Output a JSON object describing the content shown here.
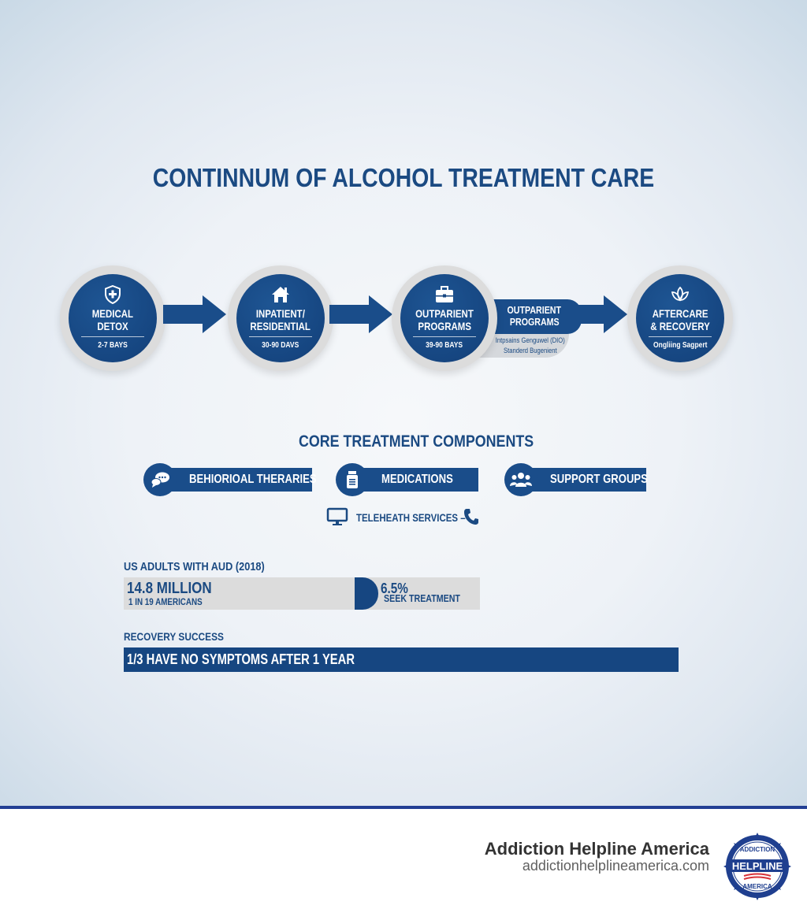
{
  "title": "CONTINNUM OF ALCOHOL TREATMENT CARE",
  "colors": {
    "primary": "#1a4d8a",
    "title": "#1b4a82",
    "ring": "#dcdcdc",
    "footer_line": "#233f94",
    "brand_text": "#333333"
  },
  "stages": [
    {
      "icon": "shield-plus-icon",
      "line1": "MEDICAL",
      "line2": "DETOX",
      "duration": "2-7 BAYS"
    },
    {
      "icon": "house-icon",
      "line1": "INPATIENT/",
      "line2": "RESIDENTIAL",
      "duration": "30-90 DAVS"
    },
    {
      "icon": "briefcase-icon",
      "line1": "OUTPARIENT",
      "line2": "PROGRAMS",
      "duration": "39-90 BAYS"
    },
    {
      "icon": "lotus-leaf-icon",
      "line1": "AFTERCARE",
      "line2": "& RECOVERY",
      "duration": "Ongliing Sagpert"
    }
  ],
  "outpatient_extension": {
    "line1": "OUTPARIENT",
    "line2": "PROGRAMS",
    "sub1": "Intpsains Genguwel (DIO)",
    "sub2": "Standerd Bugenient"
  },
  "core": {
    "heading": "CORE TREATMENT COMPONENTS",
    "items": [
      {
        "icon": "chat-bubbles-icon",
        "label": "BEHIORIOAL THERARIES"
      },
      {
        "icon": "medicine-bottle-icon",
        "label": "MEDICATIONS"
      },
      {
        "icon": "people-group-icon",
        "label": "SUPPORT GROUPS"
      }
    ],
    "telehealth": {
      "icon": "monitor-icon",
      "label": "TELEHEATH SERVICES –",
      "trailing_icon": "phone-icon"
    }
  },
  "stats": {
    "heading": "US ADULTS WITH AUD (2018)",
    "big": "14.8 MILLION",
    "small": "1 IN 19 AMERICANS",
    "pct": "6.5%",
    "pct_label": "SEEK TREATMENT"
  },
  "recovery": {
    "heading": "RECOVERY SUCCESS",
    "bar_text": "1/3 HAVE NO SYMPTOMS AFTER 1 YEAR"
  },
  "footer": {
    "brand": "Addiction Helpline America",
    "url": "addictionhelplineamerica.com",
    "badge_top": "ADDICTION",
    "badge_mid": "HELPLINE",
    "badge_bottom": "AMERICA"
  }
}
